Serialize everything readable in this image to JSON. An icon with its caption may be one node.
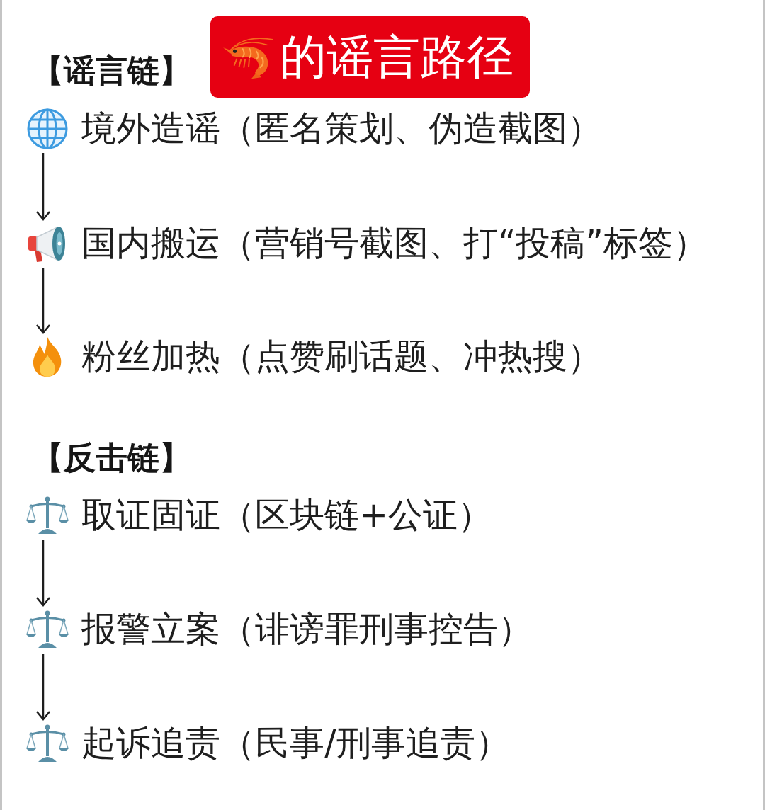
{
  "diagram": {
    "title": "的谣言路径",
    "nodes": [
      {
        "text": [
          "境外造谣（匿名策划、伪造截图）"
        ]
      },
      {
        "text": [
          "国内搬运（营销号截图、打“投稿”标签）"
        ]
      },
      {
        "text": [
          "粉丝加热（点赞刷话题、冲热搜）"
        ]
      },
      {
        "text": [
          "取证固证（区块链+公证）"
        ]
      },
      {
        "text": [
          "报警立案（诽谤罪刑事控告）"
        ]
      },
      {
        "text": [
          "起诉追责（民事/刑事追责）"
        ]
      }
    ],
    "edges": [
      {
        "from": 0,
        "to": 1,
        "arrow": "to"
      },
      {
        "from": 1,
        "to": 2,
        "arrow": "to"
      },
      {
        "from": 3,
        "to": 4,
        "arrow": "to"
      },
      {
        "from": 4,
        "to": 5,
        "arrow": "to"
      }
    ],
    "labels": [
      "【谣言链】",
      "【反击链】"
    ]
  }
}
